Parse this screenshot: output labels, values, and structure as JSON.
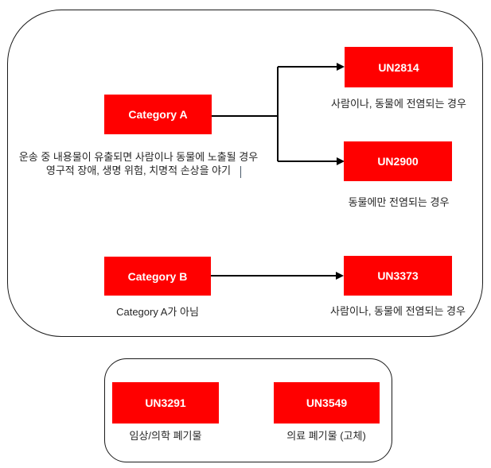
{
  "colors": {
    "box_fill": "#FF0000",
    "box_label_text": "#FFFFFF",
    "caption_text": "#262626",
    "frame_border": "#1A1A1A",
    "connector_line": "#000000",
    "background": "#FFFFFF"
  },
  "diagram": {
    "category_a": {
      "label": "Category A",
      "desc_line1": "운송 중 내용물이 유출되면 사람이나 동물에 노출될 경우",
      "desc_line2": "영구적 장애, 생명 위험, 치명적 손상을 야기"
    },
    "un2814": {
      "label": "UN2814",
      "caption": "사람이나, 동물에 전염되는 경우"
    },
    "un2900": {
      "label": "UN2900",
      "caption": "동물에만 전염되는 경우"
    },
    "category_b": {
      "label": "Category B",
      "caption": "Category A가 아님"
    },
    "un3373": {
      "label": "UN3373",
      "caption": "사람이나, 동물에 전염되는 경우"
    },
    "un3291": {
      "label": "UN3291",
      "caption": "임상/의학 폐기물"
    },
    "un3549": {
      "label": "UN3549",
      "caption": "의료 폐기물 (고체)"
    }
  }
}
